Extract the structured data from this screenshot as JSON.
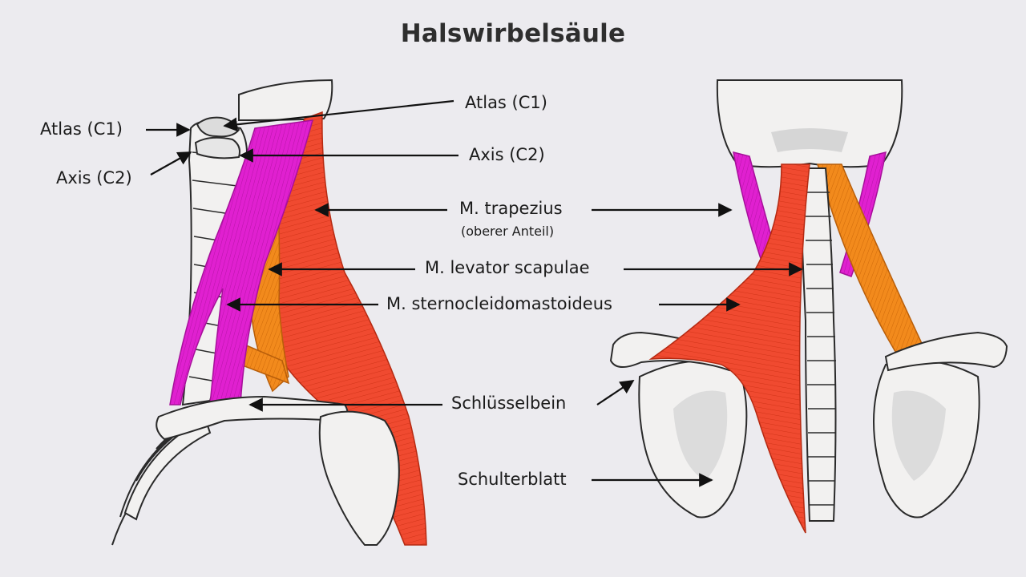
{
  "title": "Halswirbelsäule",
  "colors": {
    "background": "#ecebef",
    "bone": "#f2f1f0",
    "bone_outline": "#2a2a2a",
    "bone_shade": "#c9c9c9",
    "trapezius": "#f04a30",
    "sternocleidomastoideus": "#e020d0",
    "levator_scapulae": "#f28a1c"
  },
  "labels": {
    "atlas_left": "Atlas (C1)",
    "axis_left": "Axis (C2)",
    "atlas_center": "Atlas (C1)",
    "axis_center": "Axis (C2)",
    "trapezius": "M. trapezius",
    "trapezius_sub": "(oberer Anteil)",
    "levator": "M. levator scapulae",
    "scm": "M. sternocleidomastoideus",
    "clavicle": "Schlüsselbein",
    "scapula": "Schulterblatt"
  }
}
